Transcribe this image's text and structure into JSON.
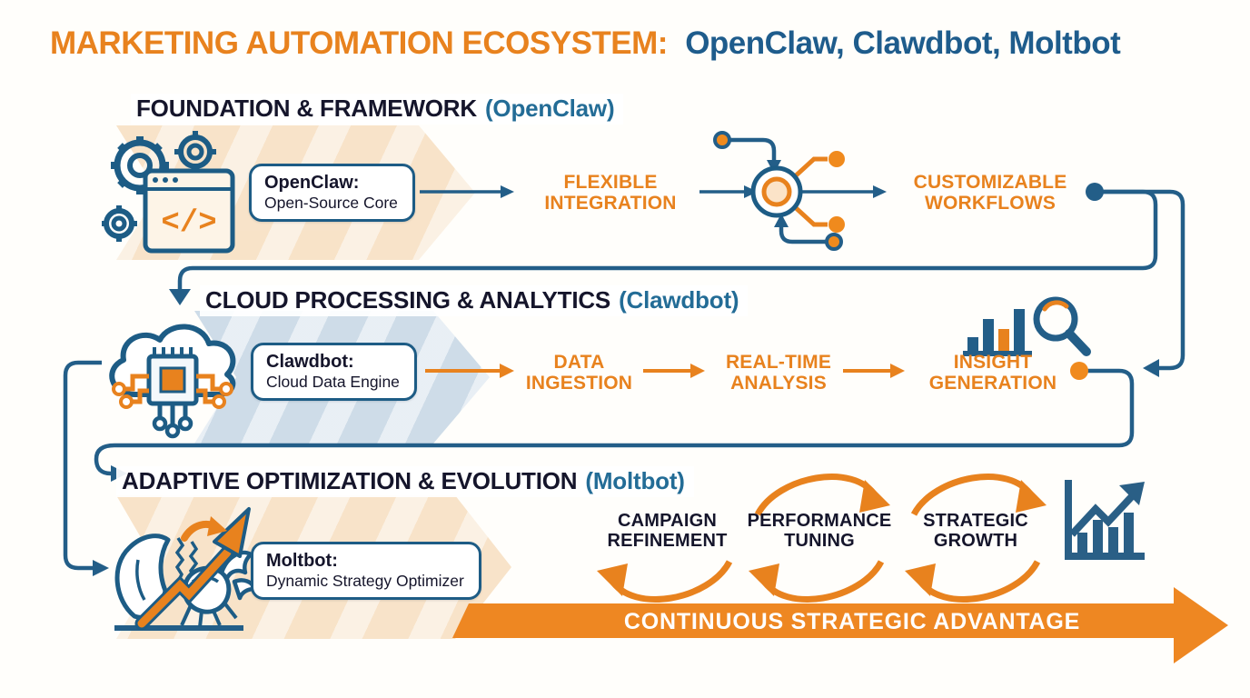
{
  "title": {
    "prefix": "MARKETING AUTOMATION ECOSYSTEM:",
    "suffix": "OpenClaw, Clawdbot, Moltbot"
  },
  "sections": {
    "foundation": {
      "heading": "FOUNDATION & FRAMEWORK",
      "product": "(OpenClaw)",
      "box_title": "OpenClaw:",
      "box_subtitle": "Open-Source Core",
      "step1": "FLEXIBLE INTEGRATION",
      "step2": "CUSTOMIZABLE WORKFLOWS"
    },
    "cloud": {
      "heading": "CLOUD PROCESSING & ANALYTICS",
      "product": "(Clawdbot)",
      "box_title": "Clawdbot:",
      "box_subtitle": "Cloud Data Engine",
      "step1": "DATA INGESTION",
      "step2": "REAL-TIME ANALYSIS",
      "step3": "INSIGHT GENERATION"
    },
    "adaptive": {
      "heading": "ADAPTIVE OPTIMIZATION & EVOLUTION",
      "product": "(Moltbot)",
      "box_title": "Moltbot:",
      "box_subtitle": "Dynamic Strategy Optimizer",
      "cycle1": "CAMPAIGN REFINEMENT",
      "cycle2": "PERFORMANCE TUNING",
      "cycle3": "STRATEGIC GROWTH",
      "banner": "CONTINUOUS STRATEGIC ADVANTAGE"
    }
  },
  "icons": {
    "foundation": "gears-code-window-icon",
    "integration_hub": "network-hub-icon",
    "cloud": "cloud-chip-icon",
    "insight": "bar-chart-magnifier-icon",
    "moltbot": "molting-crab-growth-arrow-icon",
    "growth": "growth-chart-arrow-icon"
  },
  "colors": {
    "orange": "#E8821E",
    "orange_dot": "#F08A1D",
    "banner_orange": "#EE8722",
    "blue_line": "#235E88",
    "box_border_blue": "#1D5C85",
    "heading_dark": "#15152B",
    "product_blue": "#236C96",
    "title_blue": "#1E5C8C",
    "chevron_orange": "#F7DFC0",
    "chevron_blue": "#C9D9E6",
    "background": "#FFFEFB"
  }
}
